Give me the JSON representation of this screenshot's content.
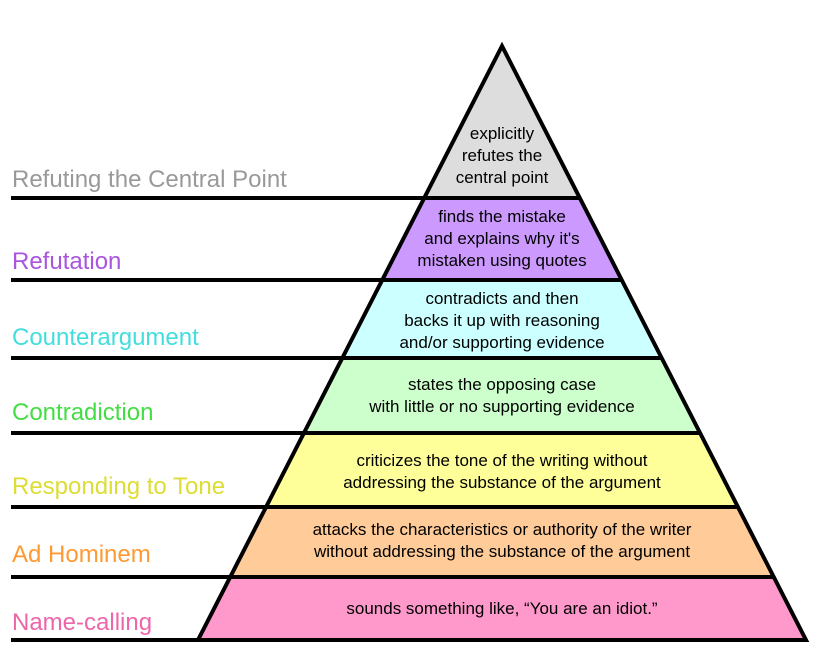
{
  "levels": [
    {
      "label": "Refuting the Central Point",
      "label_color": "#999999",
      "fill": "#dddddd",
      "description": [
        "explicitly",
        "refutes the",
        "central point"
      ]
    },
    {
      "label": "Refutation",
      "label_color": "#aa55dd",
      "fill": "#cc99ff",
      "description": [
        "finds the mistake",
        "and explains why it's",
        "mistaken using quotes"
      ]
    },
    {
      "label": "Counterargument",
      "label_color": "#44dddd",
      "fill": "#ccffff",
      "description": [
        "contradicts and then",
        "backs it up with reasoning",
        "and/or supporting evidence"
      ]
    },
    {
      "label": "Contradiction",
      "label_color": "#44dd44",
      "fill": "#ccffcc",
      "description": [
        "states the opposing case",
        "with little or no supporting evidence"
      ]
    },
    {
      "label": "Responding to Tone",
      "label_color": "#dddd33",
      "fill": "#ffff99",
      "description": [
        "criticizes the tone of the writing without",
        "addressing the substance of the argument"
      ]
    },
    {
      "label": "Ad Hominem",
      "label_color": "#ff9933",
      "fill": "#ffcc99",
      "description": [
        "attacks the characteristics or authority of the writer",
        "without addressing the substance of the argument"
      ]
    },
    {
      "label": "Name-calling",
      "label_color": "#ee66aa",
      "fill": "#ff99cc",
      "description": [
        "sounds something like, “You are an idiot.”"
      ]
    }
  ]
}
